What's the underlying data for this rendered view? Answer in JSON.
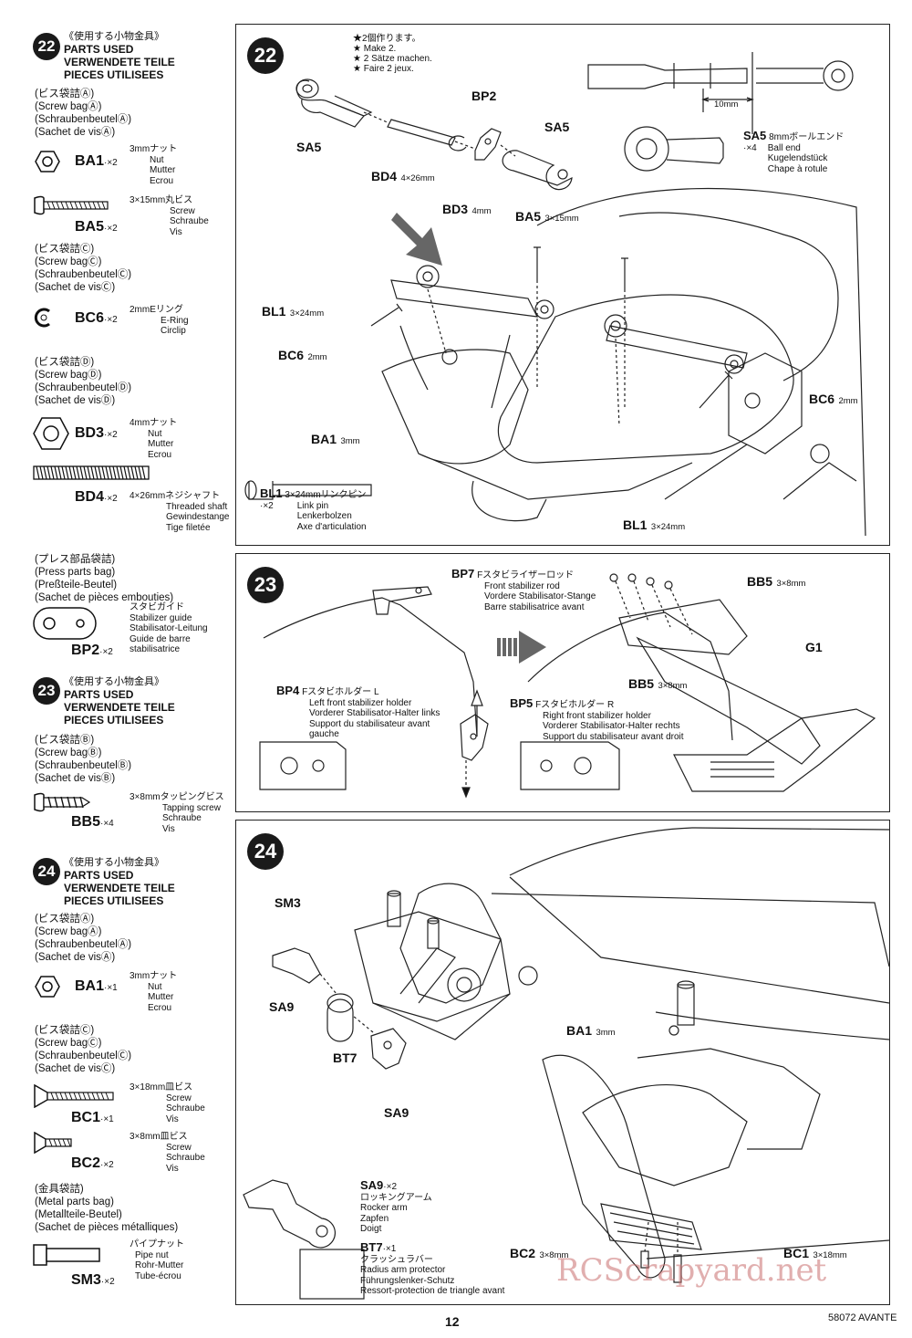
{
  "sidebar": {
    "step22": {
      "badge": "22",
      "header_jp": "《使用する小物金具》",
      "header_en": "PARTS USED",
      "header_de": "VERWENDETE TEILE",
      "header_fr": "PIECES UTILISEES",
      "bagA": {
        "jp": "(ビス袋詰Ⓐ)",
        "en": "(Screw bagⒶ)",
        "de": "(SchraubenbeutelⒶ)",
        "fr": "(Sachet de visⒶ)"
      },
      "ba1": {
        "code": "BA1",
        "qty": "·×2",
        "size": "3mmナット",
        "names": [
          "Nut",
          "Mutter",
          "Ecrou"
        ]
      },
      "ba5": {
        "code": "BA5",
        "qty": "·×2",
        "size": "3×15mm丸ビス",
        "names": [
          "Screw",
          "Schraube",
          "Vis"
        ]
      },
      "bagC": {
        "jp": "(ビス袋詰Ⓒ)",
        "en": "(Screw bagⒸ)",
        "de": "(SchraubenbeutelⒸ)",
        "fr": "(Sachet de visⒸ)"
      },
      "bc6": {
        "code": "BC6",
        "qty": "·×2",
        "size": "2mmEリング",
        "names": [
          "E-Ring",
          "Circlip"
        ]
      },
      "bagD": {
        "jp": "(ビス袋詰Ⓓ)",
        "en": "(Screw bagⒹ)",
        "de": "(SchraubenbeutelⒹ)",
        "fr": "(Sachet de visⒹ)"
      },
      "bd3": {
        "code": "BD3",
        "qty": "·×2",
        "size": "4mmナット",
        "names": [
          "Nut",
          "Mutter",
          "Ecrou"
        ]
      },
      "bd4": {
        "code": "BD4",
        "qty": "·×2",
        "size": "4×26mmネジシャフト",
        "names": [
          "Threaded shaft",
          "Gewindestange",
          "Tige filetée"
        ]
      },
      "pressbag": {
        "jp": "(プレス部品袋詰)",
        "en": "(Press parts bag)",
        "de": "(Preßteile-Beutel)",
        "fr": "(Sachet de pièces embouties)"
      },
      "bp2": {
        "code": "BP2",
        "qty": "·×2",
        "size": "スタビガイド",
        "names": [
          "Stabilizer guide",
          "Stabilisator-Leitung",
          "Guide de barre",
          "stabilisatrice"
        ]
      }
    },
    "step23": {
      "badge": "23",
      "header_jp": "《使用する小物金具》",
      "header_en": "PARTS USED",
      "header_de": "VERWENDETE TEILE",
      "header_fr": "PIECES UTILISEES",
      "bagB": {
        "jp": "(ビス袋詰Ⓑ)",
        "en": "(Screw bagⒷ)",
        "de": "(SchraubenbeutelⒷ)",
        "fr": "(Sachet de visⒷ)"
      },
      "bb5": {
        "code": "BB5",
        "qty": "·×4",
        "size": "3×8mmタッピングビス",
        "names": [
          "Tapping screw",
          "Schraube",
          "Vis"
        ]
      }
    },
    "step24": {
      "badge": "24",
      "header_jp": "《使用する小物金具》",
      "header_en": "PARTS USED",
      "header_de": "VERWENDETE TEILE",
      "header_fr": "PIECES UTILISEES",
      "bagA": {
        "jp": "(ビス袋詰Ⓐ)",
        "en": "(Screw bagⒶ)",
        "de": "(SchraubenbeutelⒶ)",
        "fr": "(Sachet de visⒶ)"
      },
      "ba1": {
        "code": "BA1",
        "qty": "·×1",
        "size": "3mmナット",
        "names": [
          "Nut",
          "Mutter",
          "Ecrou"
        ]
      },
      "bagC": {
        "jp": "(ビス袋詰Ⓒ)",
        "en": "(Screw bagⒸ)",
        "de": "(SchraubenbeutelⒸ)",
        "fr": "(Sachet de visⒸ)"
      },
      "bc1": {
        "code": "BC1",
        "qty": "·×1",
        "size": "3×18mm皿ビス",
        "names": [
          "Screw",
          "Schraube",
          "Vis"
        ]
      },
      "bc2": {
        "code": "BC2",
        "qty": "·×2",
        "size": "3×8mm皿ビス",
        "names": [
          "Screw",
          "Schraube",
          "Vis"
        ]
      },
      "metalbag": {
        "jp": "(金具袋詰)",
        "en": "(Metal parts bag)",
        "de": "(Metallteile-Beutel)",
        "fr": "(Sachet de pièces métalliques)"
      },
      "sm3": {
        "code": "SM3",
        "qty": "·×2",
        "size": "パイプナット",
        "names": [
          "Pipe nut",
          "Rohr-Mutter",
          "Tube-écrou"
        ]
      }
    }
  },
  "panel22": {
    "badge": "22",
    "make2": [
      "★2個作ります。",
      "★ Make 2.",
      "★ 2 Sätze machen.",
      "★ Faire 2 jeux."
    ],
    "labels": {
      "sa5a": "SA5",
      "sa5b": "SA5",
      "bp2": "BP2",
      "bd4": "BD4",
      "bd4size": "4×26mm",
      "bd3": "BD3",
      "bd3size": "4mm",
      "ba5": "BA5",
      "ba5size": "3×15mm",
      "bl1": "BL1",
      "bl1size": "3×24mm",
      "bc6a": "BC6",
      "bc6asize": "2mm",
      "bc6b": "BC6",
      "bc6bsize": "2mm",
      "ba1": "BA1",
      "ba1size": "3mm",
      "bl1b": "BL1",
      "bl1bsize": "3×24mm",
      "dim": "10mm"
    },
    "sa5desc": {
      "code": "SA5",
      "qty": "·×4",
      "size": "8mmボールエンド",
      "names": [
        "Ball end",
        "Kugelendstück",
        "Chape à rotule"
      ]
    },
    "bl1desc": {
      "code": "BL1",
      "qty": "·×2",
      "size": "3×24mmリンクピン",
      "names": [
        "Link pin",
        "Lenkerbolzen",
        "Axe d'articulation"
      ]
    }
  },
  "panel23": {
    "badge": "23",
    "bp7": {
      "code": "BP7",
      "title": "Fスタビライザーロッド",
      "names": [
        "Front stabilizer rod",
        "Vordere Stabilisator-Stange",
        "Barre stabilisatrice avant"
      ]
    },
    "bp4": {
      "code": "BP4",
      "title": "Fスタビホルダー L",
      "names": [
        "Left front stabilizer holder",
        "Vorderer Stabilisator-Halter links",
        "Support du stabilisateur avant",
        "gauche"
      ]
    },
    "bp5": {
      "code": "BP5",
      "title": "Fスタビホルダー R",
      "names": [
        "Right front stabilizer holder",
        "Vorderer Stabilisator-Halter rechts",
        "Support du stabilisateur avant droit"
      ]
    },
    "bb5a": "BB5",
    "bb5asize": "3×8mm",
    "bb5b": "BB5",
    "bb5bsize": "3×8mm",
    "g1": "G1"
  },
  "panel24": {
    "badge": "24",
    "labels": {
      "sm3": "SM3",
      "sa9a": "SA9",
      "sa9b": "SA9",
      "bt7": "BT7",
      "ba1": "BA1",
      "ba1size": "3mm",
      "bc2": "BC2",
      "bc2size": "3×8mm",
      "bc1": "BC1",
      "bc1size": "3×18mm"
    },
    "sa9desc": {
      "code": "SA9",
      "qty": "·×2",
      "title": "ロッキングアーム",
      "names": [
        "Rocker arm",
        "Zapfen",
        "Doigt"
      ]
    },
    "bt7desc": {
      "code": "BT7",
      "qty": "·×1",
      "title": "クラッシュラバー",
      "names": [
        "Radius arm protector",
        "Führungslenker-Schutz",
        "Ressort-protection de triangle avant"
      ]
    }
  },
  "footer": {
    "page": "12",
    "model": "58072 AVANTE",
    "watermark": "RCScrapyard.net"
  }
}
